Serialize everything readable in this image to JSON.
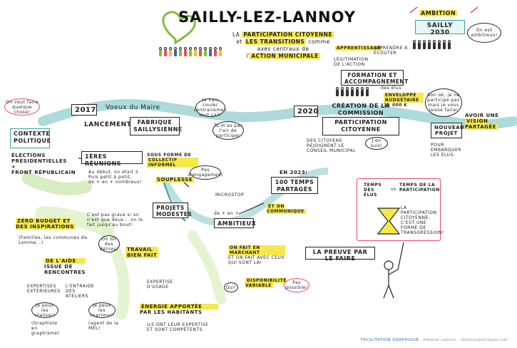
{
  "header": {
    "title": "SAILLY-LEZ-LANNOY",
    "subtitle_line1": "LA",
    "subtitle_hl1": "PARTICIPATION CITOYENNE",
    "subtitle_line2a": "et",
    "subtitle_hl2": "LES TRANSITIONS",
    "subtitle_line2b": "comme",
    "subtitle_line3": "axes centraux de",
    "subtitle_line4a": "l'",
    "subtitle_hl4": "ACTION MUNICIPALE"
  },
  "ambition": {
    "label": "AMBITION",
    "box": "SAILLY 2030",
    "bubble": "On est ambitieux!"
  },
  "left": {
    "bubble_top": "On veut faire quelque chose!",
    "contexte": "CONTEXTE POLITIQUE",
    "elections1": "ÉLECTIONS",
    "elections2": "PRÉSIDENTIELLES",
    "elections3": "+",
    "front": "FRONT RÉPUBLICAIN"
  },
  "timeline": {
    "y2017": "2017",
    "voeux": "Voeux du Maire",
    "lancement": "LANCEMENT de la",
    "fabrique": "FABRIQUE SAILLYSIENNE",
    "bubble_colere": "Je vais couler contrairemen tout ça?!",
    "bubble_participer": "Tu m'as pas l'air de participer",
    "y2020": "2020",
    "creation1": "CRÉATION de la",
    "creation2": "COMMISSION",
    "creation3": "PARTICIPATION CITOYENNE"
  },
  "center": {
    "reunions": "1ères RÉUNIONS",
    "forme1": "SOUS FORME DE",
    "forme2": "COLLECTIF INFORMEL",
    "souplesse": "SOUPLESSE",
    "pas_engagement": "Pas d'engagement",
    "debut1": "Au début, on était 3.",
    "debut2": "Puis petit à petit,",
    "debut3": "de + en + nombreux!",
    "projets": "PROJETS MODESTES",
    "microstop": "MICROSTOP",
    "ambitieux_pre": "de + en +",
    "ambitieux": "AMBITIEUX",
    "communique": "ET ON COMMUNIQUE",
    "travail1": "TRAVAIL",
    "travail2": "BIEN FAIT",
    "pas_grave": "C'est pas grave si on n'est que deux... on le fait jusqu'au bout!",
    "on_dit": "On dit des délires!",
    "en_marchant1": "ON FAIT EN MARCHANT",
    "en_marchant2": "ET ON FAIT AVEC CEUX QUI SONT LÀ!",
    "disponibilite": "DISPONIBILITÉ VARIABLE",
    "pas_possible": "Pas possible!",
    "oui": "Oui!",
    "temps_partages1": "100 TEMPS",
    "temps_partages2": "PARTAGÉS",
    "en2023": "en 2023:",
    "energie1": "ÉNERGIE APPORTÉE",
    "energie2": "PAR LES HABITANTS",
    "expertise": "ILS ONT LEUR EXPERTISE ET SONT COMPÉTENTS",
    "expertise_usage": "EXPERTISE D'USAGE"
  },
  "right": {
    "apprentissage": "APPRENTISSAGE",
    "apprendre": "APPRENDRE À ÉCOUTER",
    "legitimation": "LÉGITIMATION DE L'ACTION",
    "formation": "FORMATION ET ACCOMPAGNEMENT",
    "des_elus": "des élus",
    "enveloppe": "ENVELOPPE BUDGÉTAIRE",
    "montant": "15 000 €",
    "bubble_bon": "Bon ok, je ne participe pas mais je vous laisse faire!",
    "avoir": "AVOIR UNE",
    "vision": "VISION PARTAGÉE",
    "nouveau": "NOUVEAU PROJET",
    "embarquer": "POUR EMBARQUER LES ÉLUS.",
    "citoyens": "DES CITOYENS REJOIGNENT LE CONSEIL MUNICIPAL",
    "jen_suis": "J'en suis!"
  },
  "temps_box": {
    "elus": "TEMPS des ÉLUS",
    "citoyens_temps": "TEMPS de la PARTICIPATION",
    "vs": "vs",
    "desc": "LA PARTICIPATION CITOYENNE, C'EST UNE FORME DE TRANSGRESSION!"
  },
  "preuve": "LA PREUVE PAR LE FAIRE",
  "bottom_left": {
    "zero": "ZÉRO BUDGET ET DES INSPIRATIONS",
    "familles": "(Familles, les communes de Lomme...)",
    "aide1": "DE L'AIDE",
    "aide2": "ISSUE DE",
    "aide3": "RENCONTRES",
    "expertises": "EXPERTISES EXTÉRIEURES",
    "ateliers": "L'ENTRAIDE DES ATELIERS",
    "je_peux1": "Je peux les réaliser!",
    "je_peux2": "Je peux les imprimer!",
    "graphiste": "(Graphiste en graphisme)",
    "agent": "(agent de la MEL)"
  },
  "footer": {
    "credit": "FACILITATION GRAPHIQUE",
    "author": "Hélène Lebrun - bonsoirpetitpois.net"
  }
}
